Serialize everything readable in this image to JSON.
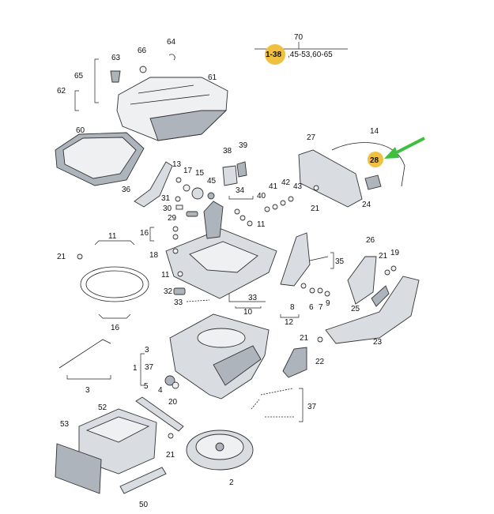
{
  "header": {
    "main_ref": "70",
    "range_highlight": "1-38",
    "range_rest": ",45-53,60-65"
  },
  "highlight_label": "28",
  "highlight_color": "#f0c040",
  "arrow_color": "#3fbf3f",
  "labels": {
    "l1": "1",
    "l2": "2",
    "l3a": "3",
    "l3b": "3",
    "l4": "4",
    "l5": "5",
    "l6": "6",
    "l7": "7",
    "l8": "8",
    "l9": "9",
    "l10": "10",
    "l11a": "11",
    "l11b": "11",
    "l11c": "11",
    "l12": "12",
    "l13": "13",
    "l14": "14",
    "l15": "15",
    "l16a": "16",
    "l16b": "16",
    "l17": "17",
    "l18": "18",
    "l19": "19",
    "l20": "20",
    "l21a": "21",
    "l21b": "21",
    "l21c": "21",
    "l21d": "21",
    "l21e": "21",
    "l22": "22",
    "l23": "23",
    "l24": "24",
    "l25": "25",
    "l26": "26",
    "l27": "27",
    "l29": "29",
    "l30": "30",
    "l31": "31",
    "l32": "32",
    "l33a": "33",
    "l33b": "33",
    "l34": "34",
    "l35": "35",
    "l36": "36",
    "l37a": "37",
    "l37b": "37",
    "l38": "38",
    "l39": "39",
    "l40": "40",
    "l41": "41",
    "l42": "42",
    "l43": "43",
    "l45": "45",
    "l50": "50",
    "l52": "52",
    "l53": "53",
    "l60": "60",
    "l61": "61",
    "l62": "62",
    "l63": "63",
    "l64": "64",
    "l65": "65",
    "l66": "66"
  }
}
